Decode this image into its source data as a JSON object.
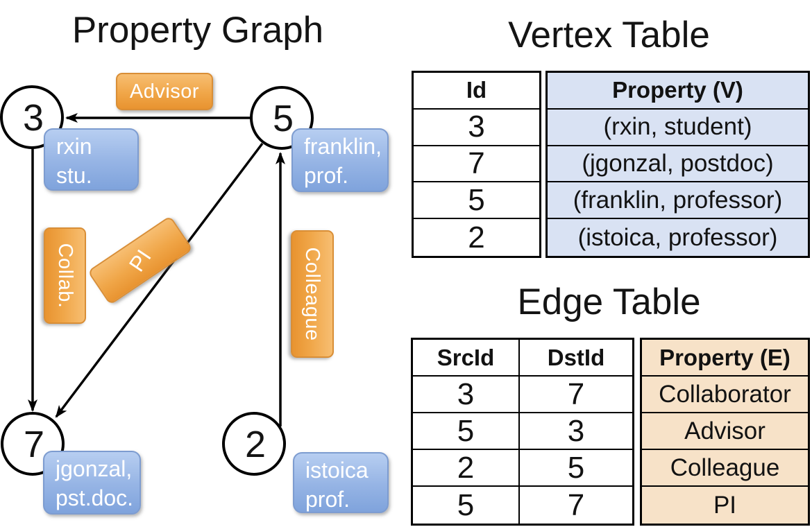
{
  "graph": {
    "title": "Property Graph",
    "nodes": [
      {
        "id": "3"
      },
      {
        "id": "5"
      },
      {
        "id": "7"
      },
      {
        "id": "2"
      }
    ],
    "edge_labels": [
      {
        "label": "Advisor"
      },
      {
        "label": "Collab."
      },
      {
        "label": "PI"
      },
      {
        "label": "Colleague"
      }
    ],
    "vertex_boxes": [
      {
        "line1": "rxin",
        "line2": "stu."
      },
      {
        "line1": "franklin,",
        "line2": "prof."
      },
      {
        "line1": "jgonzal,",
        "line2": "pst.doc."
      },
      {
        "line1": "istoica",
        "line2": "prof."
      }
    ]
  },
  "vertex_table": {
    "title": "Vertex Table",
    "columns": {
      "id": "Id",
      "property": "Property (V)"
    },
    "rows": [
      {
        "id": "3",
        "property": "(rxin, student)"
      },
      {
        "id": "7",
        "property": "(jgonzal, postdoc)"
      },
      {
        "id": "5",
        "property": "(franklin, professor)"
      },
      {
        "id": "2",
        "property": "(istoica, professor)"
      }
    ]
  },
  "edge_table": {
    "title": "Edge Table",
    "columns": {
      "src": "SrcId",
      "dst": "DstId",
      "property": "Property (E)"
    },
    "rows": [
      {
        "src": "3",
        "dst": "7",
        "property": "Collaborator"
      },
      {
        "src": "5",
        "dst": "3",
        "property": "Advisor"
      },
      {
        "src": "2",
        "dst": "5",
        "property": "Colleague"
      },
      {
        "src": "5",
        "dst": "7",
        "property": "PI"
      }
    ]
  },
  "colors": {
    "edge_label_box": "#efa144",
    "vertex_property_box": "#8fb0e3",
    "vertex_table_property_bg": "#d9e2f3",
    "edge_table_property_bg": "#f7e2c8",
    "line_and_border": "#000000",
    "box_text": "#ffffff"
  }
}
